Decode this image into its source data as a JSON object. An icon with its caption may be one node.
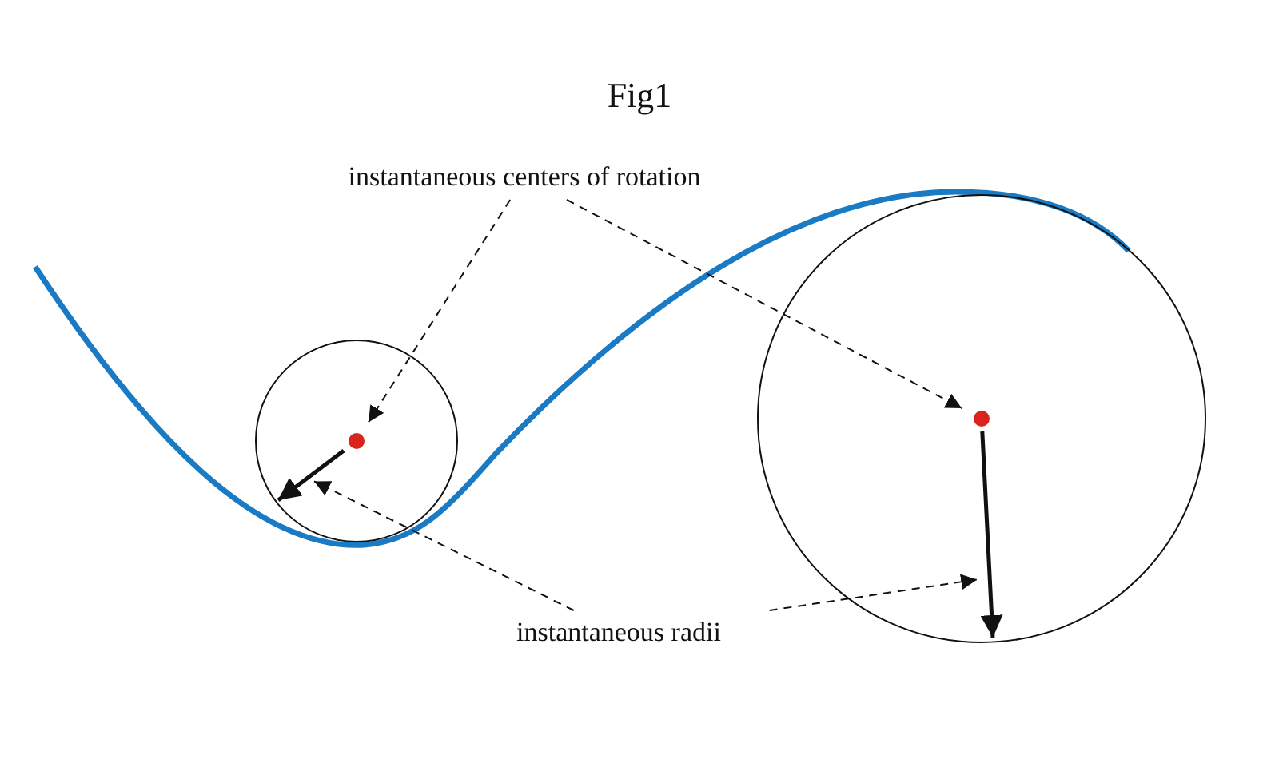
{
  "diagram": {
    "title": "Fig1",
    "nodes": [
      {
        "text": [
          "instantaneous centers of rotation"
        ]
      },
      {
        "text": [
          "instantaneous radii"
        ]
      },
      {
        "text": [],
        "shape": "circle"
      },
      {
        "text": [],
        "shape": "circle"
      },
      {
        "text": [],
        "shape": "arrow"
      },
      {
        "text": [],
        "shape": "arrow"
      }
    ],
    "edges": [
      {
        "from": 0,
        "to": 2,
        "arrow": "to",
        "style": "dashed"
      },
      {
        "from": 0,
        "to": 3,
        "arrow": "to",
        "style": "dashed"
      },
      {
        "from": 1,
        "to": 4,
        "arrow": "to",
        "style": "dashed"
      },
      {
        "from": 1,
        "to": 5,
        "arrow": "to",
        "style": "dashed"
      }
    ]
  }
}
